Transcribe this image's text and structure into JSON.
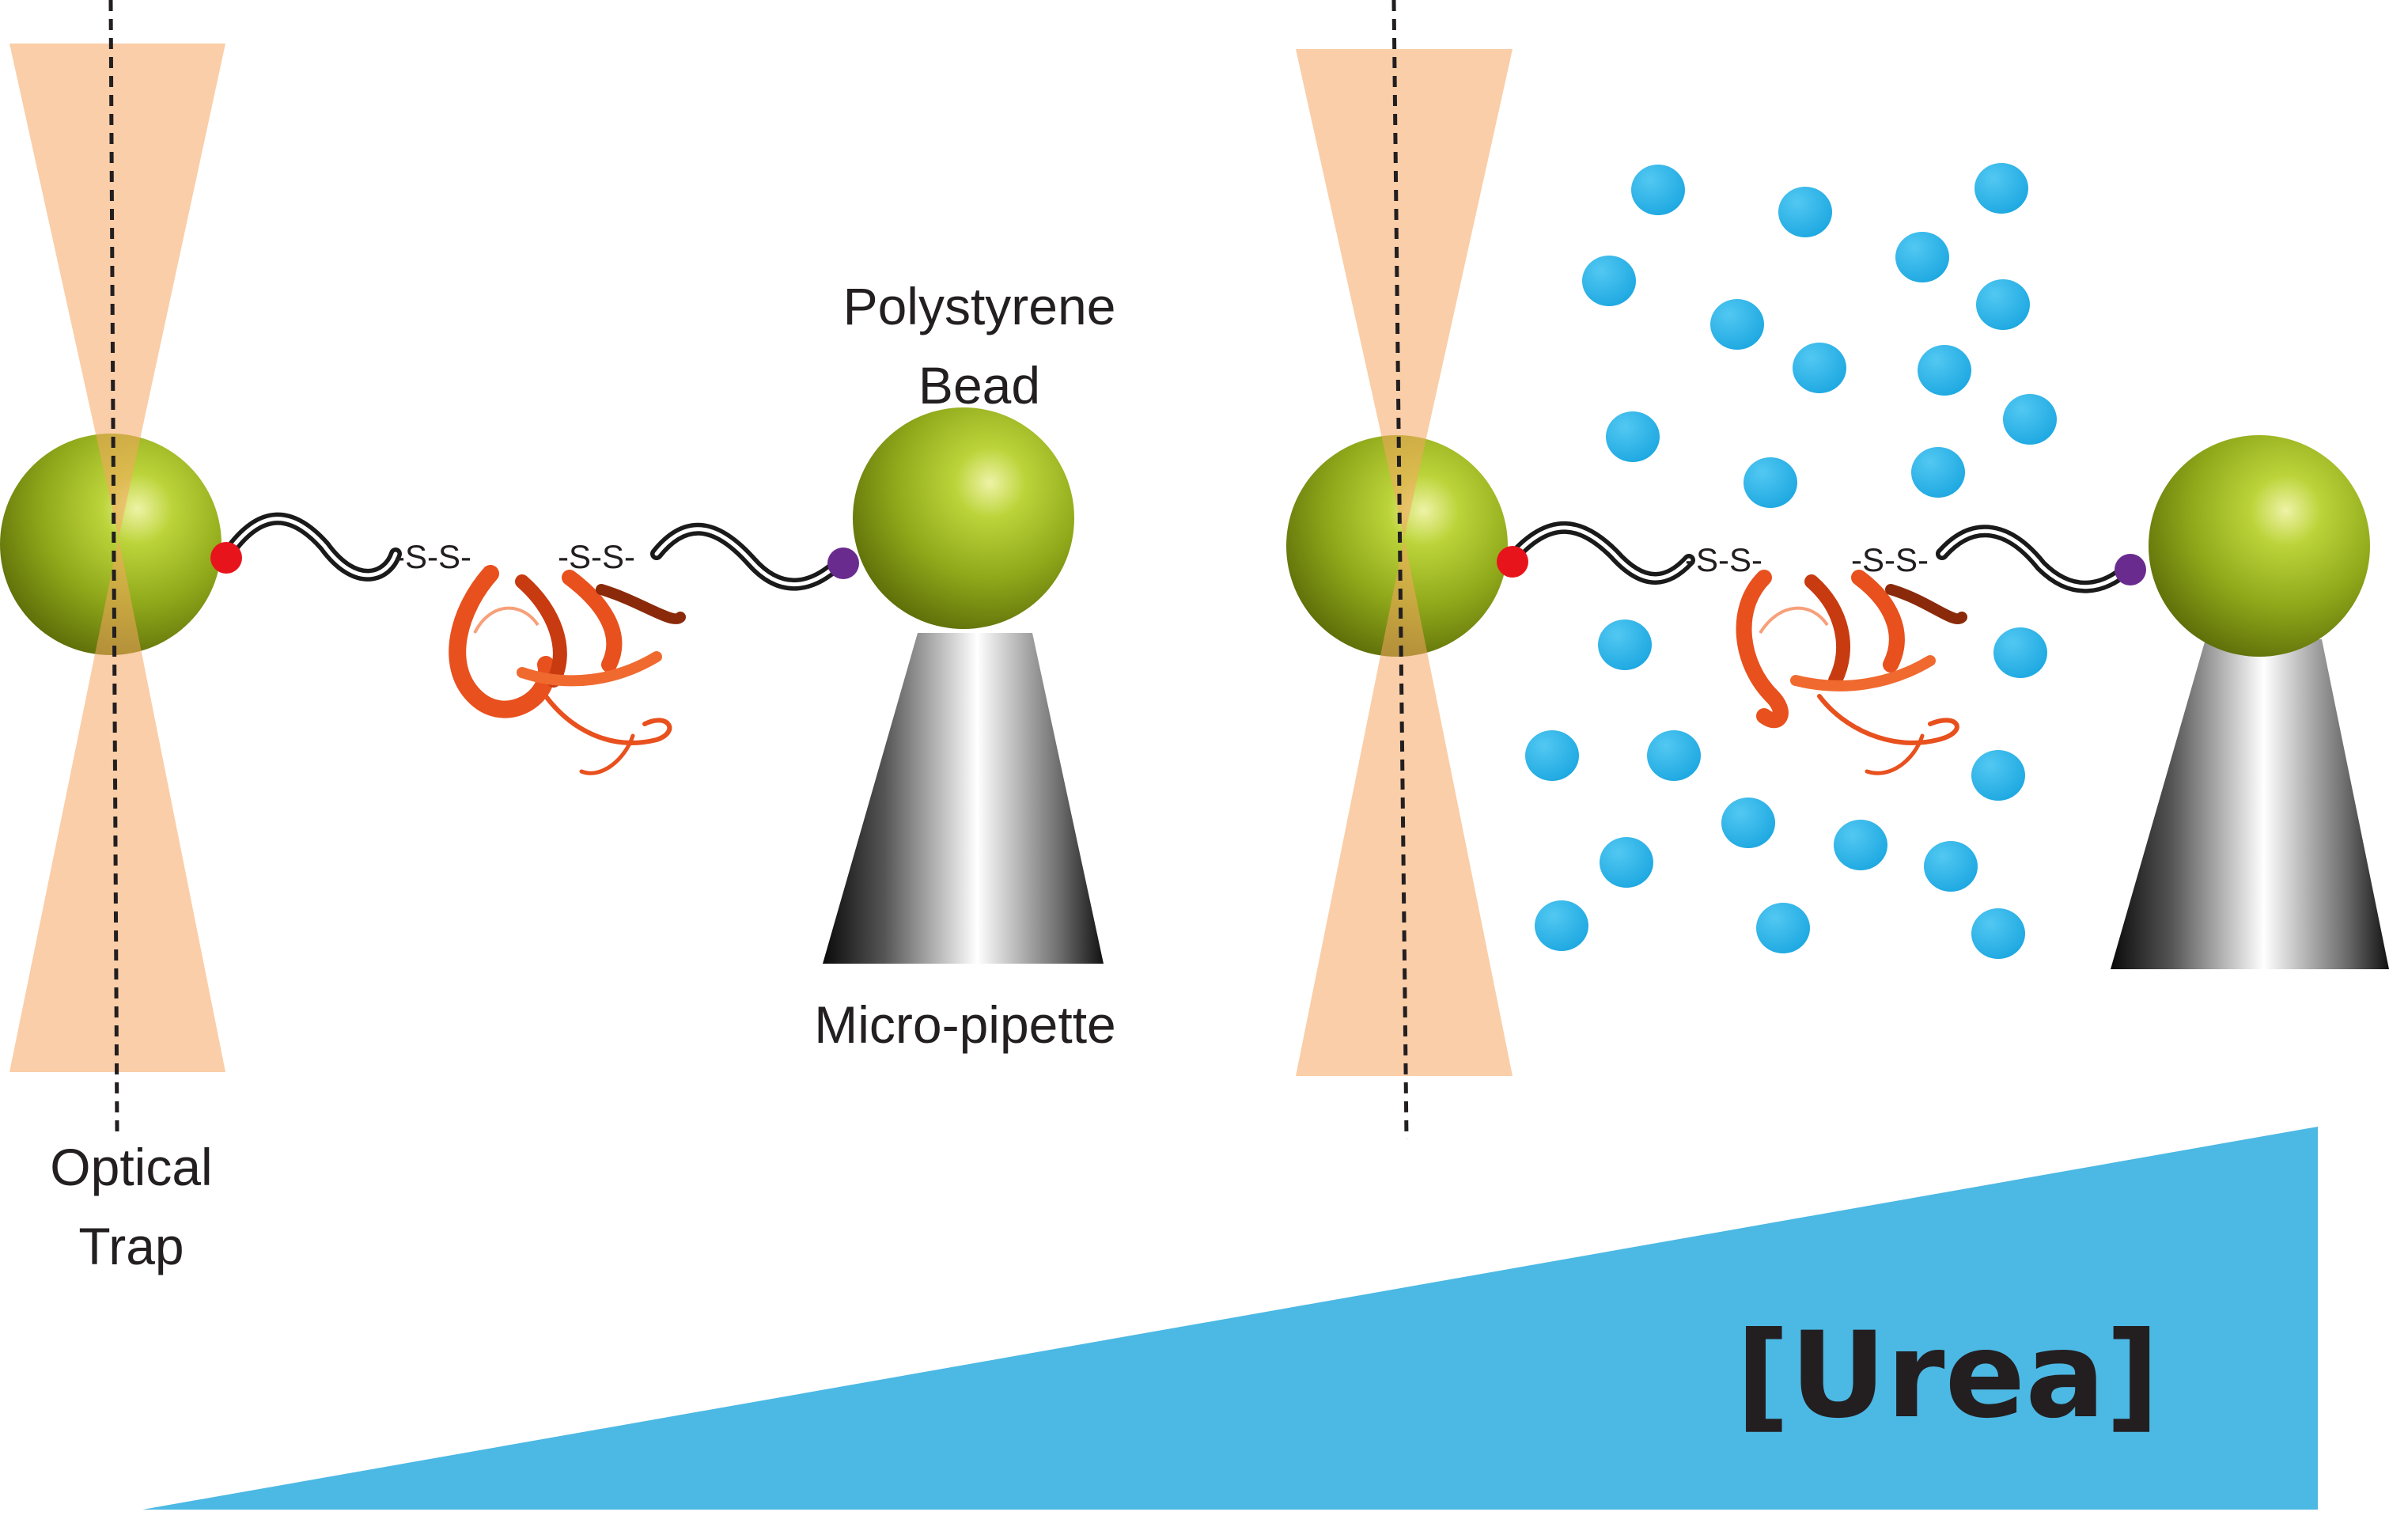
{
  "labels": {
    "polystyrene_bead": [
      "Polystyrene",
      "Bead"
    ],
    "micro_pipette": "Micro-pipette",
    "optical_trap": [
      "Optical",
      "Trap"
    ],
    "urea": "[Urea]"
  },
  "linker_label": "-S-S-",
  "colors": {
    "trap_beam": "#f9c89b",
    "bead_green": "#8fa81a",
    "handle_red": "#e8141c",
    "handle_purple": "#6a2b8f",
    "urea_dot": "#2eb4e6",
    "urea_wedge": "#4cb8e4",
    "protein": "#e8501e"
  },
  "icons": {
    "trap": "optical-trap-beam-icon",
    "bead": "polystyrene-bead-icon",
    "pipette": "micro-pipette-icon",
    "protein": "protein-ribbon-icon",
    "urea": "urea-molecule-dot-icon"
  }
}
